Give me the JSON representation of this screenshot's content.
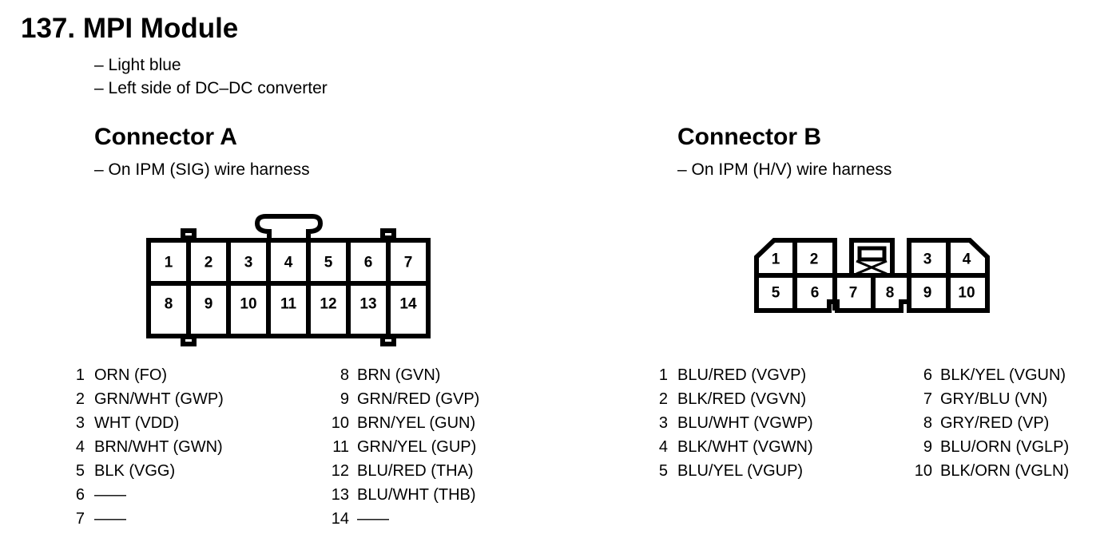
{
  "title": "137. MPI Module",
  "notes": [
    "– Light blue",
    "– Left side of DC–DC converter"
  ],
  "connector_a": {
    "title": "Connector A",
    "location": "– On IPM (SIG) wire harness",
    "cells": [
      "1",
      "2",
      "3",
      "4",
      "5",
      "6",
      "7",
      "8",
      "9",
      "10",
      "11",
      "12",
      "13",
      "14"
    ],
    "pins_col1": [
      {
        "n": "1",
        "label": "ORN (FO)"
      },
      {
        "n": "2",
        "label": "GRN/WHT (GWP)"
      },
      {
        "n": "3",
        "label": "WHT (VDD)"
      },
      {
        "n": "4",
        "label": "BRN/WHT (GWN)"
      },
      {
        "n": "5",
        "label": "BLK (VGG)"
      },
      {
        "n": "6",
        "label": "——"
      },
      {
        "n": "7",
        "label": "——"
      }
    ],
    "pins_col2": [
      {
        "n": "8",
        "label": "BRN (GVN)"
      },
      {
        "n": "9",
        "label": "GRN/RED (GVP)"
      },
      {
        "n": "10",
        "label": "BRN/YEL (GUN)"
      },
      {
        "n": "11",
        "label": "GRN/YEL (GUP)"
      },
      {
        "n": "12",
        "label": "BLU/RED (THA)"
      },
      {
        "n": "13",
        "label": "BLU/WHT (THB)"
      },
      {
        "n": "14",
        "label": "——"
      }
    ]
  },
  "connector_b": {
    "title": "Connector B",
    "location": "– On IPM (H/V) wire harness",
    "cells": [
      "1",
      "2",
      "3",
      "4",
      "5",
      "6",
      "7",
      "8",
      "9",
      "10"
    ],
    "pins_col1": [
      {
        "n": "1",
        "label": "BLU/RED (VGVP)"
      },
      {
        "n": "2",
        "label": "BLK/RED (VGVN)"
      },
      {
        "n": "3",
        "label": "BLU/WHT (VGWP)"
      },
      {
        "n": "4",
        "label": "BLK/WHT (VGWN)"
      },
      {
        "n": "5",
        "label": "BLU/YEL (VGUP)"
      }
    ],
    "pins_col2": [
      {
        "n": "6",
        "label": "BLK/YEL (VGUN)"
      },
      {
        "n": "7",
        "label": "GRY/BLU (VN)"
      },
      {
        "n": "8",
        "label": "GRY/RED (VP)"
      },
      {
        "n": "9",
        "label": "BLU/ORN (VGLP)"
      },
      {
        "n": "10",
        "label": "BLK/ORN (VGLN)"
      }
    ]
  }
}
